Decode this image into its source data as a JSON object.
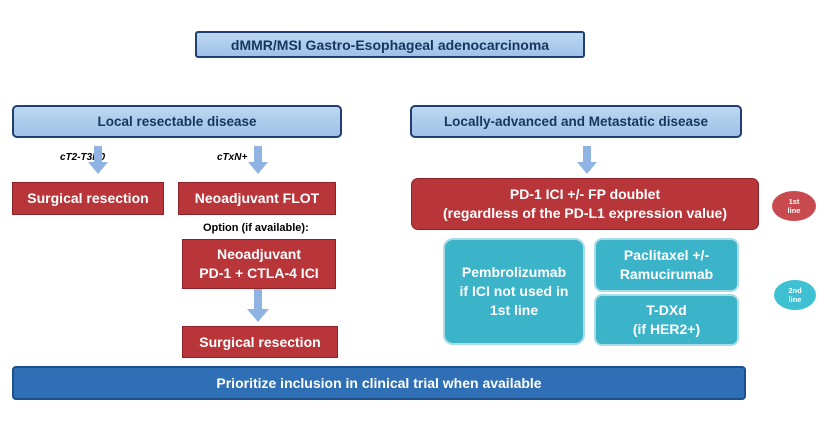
{
  "title": "dMMR/MSI Gastro-Esophageal adenocarcinoma",
  "left": {
    "header": "Local resectable disease",
    "label_a": "cT2-T3N0",
    "label_b": "cTxN+",
    "surgical_resection_1": "Surgical resection",
    "neoadjuvant_flot": "Neoadjuvant FLOT",
    "option_label": "Option (if available):",
    "neoadjuvant_ici_line1": "Neoadjuvant",
    "neoadjuvant_ici_line2": "PD-1 + CTLA-4 ICI",
    "surgical_resection_2": "Surgical resection"
  },
  "right": {
    "header": "Locally-advanced and Metastatic disease",
    "first_line_line1": "PD-1 ICI +/- FP doublet",
    "first_line_line2": "(regardless of the PD-L1 expression value)",
    "pembro_line1": "Pembrolizumab",
    "pembro_line2": "if ICI not used in",
    "pembro_line3": "1st line",
    "pacli_line1": "Paclitaxel +/-",
    "pacli_line2": "Ramucirumab",
    "tdxd_line1": "T-DXd",
    "tdxd_line2": "(if HER2+)",
    "badge_1st_line1": "1st",
    "badge_1st_line2": "line",
    "badge_2nd_line1": "2nd",
    "badge_2nd_line2": "line"
  },
  "bottom": "Prioritize inclusion in clinical trial when available",
  "colors": {
    "blue_header": "#a9c9ec",
    "red": "#b8363a",
    "teal": "#3bb3c9",
    "bottom_bar": "#2e6fb5",
    "arrow": "#8fb4e3",
    "badge_1st": "#c94a4e",
    "badge_2nd": "#3ec1d3"
  }
}
